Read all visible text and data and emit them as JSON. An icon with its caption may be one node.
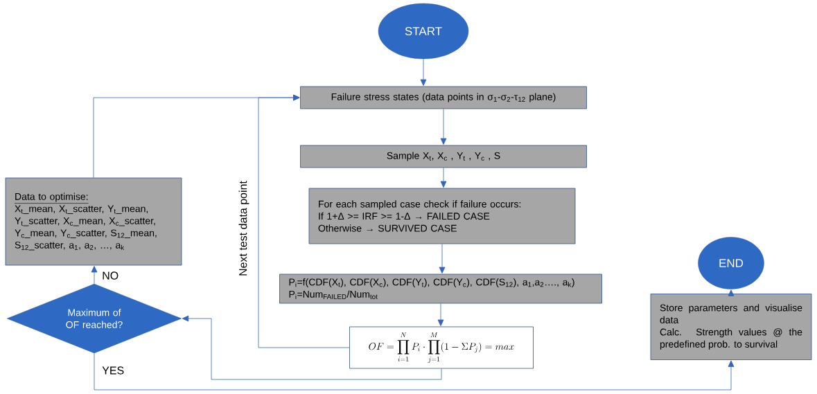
{
  "diagram": {
    "nodes": [
      {
        "text": [
          "START"
        ]
      },
      {
        "text": [
          "Failure stress states (data points in σ$_{1}$-σ$_{2}$-τ$_{12}$ plane)"
        ]
      },
      {
        "text": [
          "Sample X$_{t}$, X$_{c}$ , Y$_{t}$ , Y$_{c}$ , S"
        ]
      },
      {
        "text": [
          "For each sampled case check if failure occurs:",
          "If 1+Δ >= IRF >= 1-Δ  → FAILED CASE",
          "Otherwise  → SURVIVED CASE"
        ]
      },
      {
        "text": [
          "P$_{i}$=f(CDF(X$_{t}$), CDF(X$_{c}$), CDF(Y$_{t}$), CDF(Y$_{c}$), CDF(S$_{12}$), a$_{1}$,a$_{2}$…., a$_{k}$)",
          "P$_{i}$=Num$_{FAILED}$/Num$_{tot}$"
        ]
      },
      {
        "text": [
          "OF = \\prod_{i=1}^{N} P_i \\cdot \\prod_{j=1}^{M} (1 - \\Sigma P_j) = max"
        ]
      },
      {
        "text": [
          "Maximum of OF reached?"
        ]
      },
      {
        "text": [
          "Data to optimise:",
          "X$_{t}$_mean, X$_{t}$_scatter, Y$_{t}$_mean, Y$_{t}$_scatter, X$_{c}$_mean, X$_{c}$_scatter, Y$_{c}$_mean, Y$_{c}$_scatter, S$_{12}$_mean, S$_{12}$_scatter, a$_{1}$, a$_{2}$, …, a$_{k}$"
        ]
      },
      {
        "text": [
          "Store parameters and visualise data",
          "Calc. Strength values @ the predefined prob. to survival"
        ]
      },
      {
        "text": [
          "END"
        ]
      }
    ],
    "edges": [
      {
        "from": 0,
        "to": 1,
        "arrow": "to"
      },
      {
        "from": 1,
        "to": 2,
        "arrow": "to"
      },
      {
        "from": 2,
        "to": 3,
        "arrow": "to"
      },
      {
        "from": 3,
        "to": 4,
        "arrow": "to"
      },
      {
        "from": 4,
        "to": 5,
        "arrow": "to"
      },
      {
        "from": 5,
        "to": 1,
        "arrow": "to",
        "label": "Next test data point"
      },
      {
        "from": 5,
        "to": 6,
        "arrow": "to"
      },
      {
        "from": 6,
        "to": 7,
        "arrow": "to",
        "label": "NO"
      },
      {
        "from": 6,
        "to": 8,
        "arrow": "to",
        "label": "YES"
      },
      {
        "from": 7,
        "to": 1,
        "arrow": "to"
      },
      {
        "from": 8,
        "to": 9,
        "arrow": "to"
      }
    ]
  }
}
